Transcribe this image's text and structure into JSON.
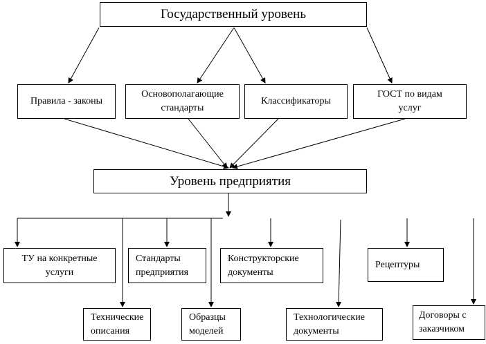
{
  "state_level": "Государственный уровень",
  "state_items": [
    "Правила - законы",
    "Основополагающие стандарты",
    "Классификаторы",
    "ГОСТ по видам услуг"
  ],
  "enterprise_level": "Уровень предприятия",
  "enterprise_items": {
    "tu": "ТУ на конкретные услуги",
    "standards": "Стандарты предприятия",
    "design_docs": "Конструкторские документы",
    "recipes": "Рецептуры",
    "tech_descriptions": "Технические описания",
    "model_samples": "Образцы моделей",
    "process_docs": "Технологические документы",
    "contracts": "Договоры с заказчиком"
  }
}
